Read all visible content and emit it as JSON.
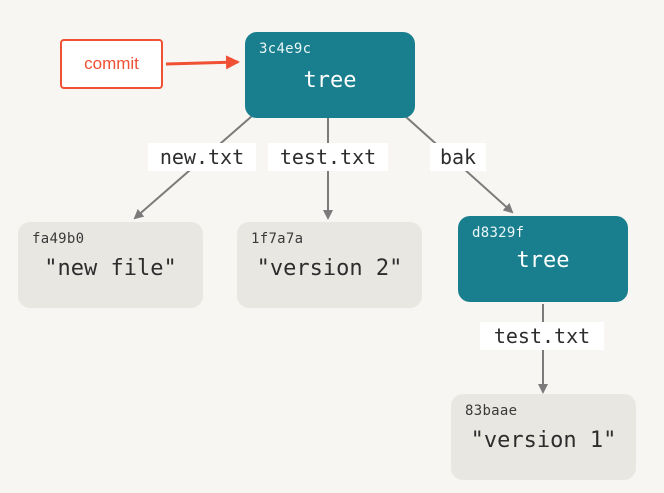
{
  "callout": {
    "label": "commit",
    "color": "#f05033"
  },
  "nodes": {
    "root_tree": {
      "hash": "3c4e9c",
      "content": "tree",
      "kind": "tree"
    },
    "blob_new": {
      "hash": "fa49b0",
      "content": "\"new file\"",
      "kind": "blob"
    },
    "blob_test": {
      "hash": "1f7a7a",
      "content": "\"version 2\"",
      "kind": "blob"
    },
    "bak_tree": {
      "hash": "d8329f",
      "content": "tree",
      "kind": "tree"
    },
    "blob_v1": {
      "hash": "83baae",
      "content": "\"version 1\"",
      "kind": "blob"
    }
  },
  "edges": {
    "new_txt": {
      "label": "new.txt",
      "from": "3c4e9c",
      "to": "fa49b0"
    },
    "test_txt": {
      "label": "test.txt",
      "from": "3c4e9c",
      "to": "1f7a7a"
    },
    "bak": {
      "label": "bak",
      "from": "3c4e9c",
      "to": "d8329f"
    },
    "bak_test_txt": {
      "label": "test.txt",
      "from": "d8329f",
      "to": "83baae"
    }
  },
  "colors": {
    "tree": "#197f8e",
    "blob": "#e9e7e1",
    "edge": "#7b7b7b",
    "background": "#f8f6f3"
  }
}
